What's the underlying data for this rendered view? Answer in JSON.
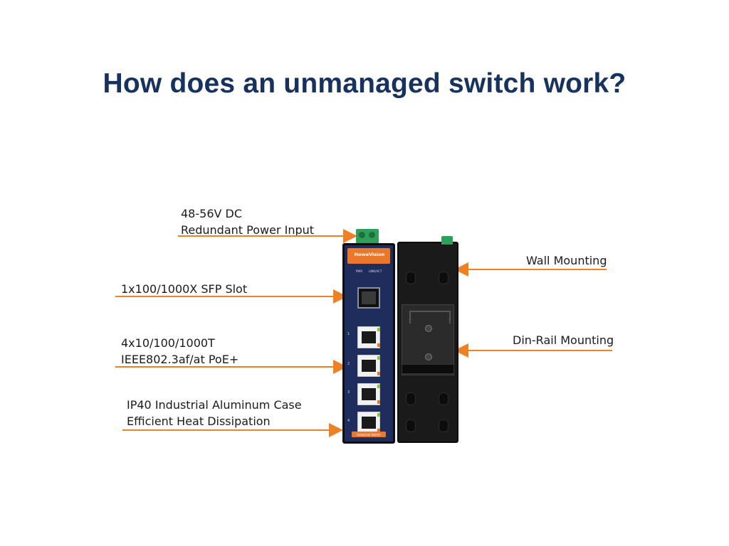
{
  "title": "How does an unmanaged switch work?",
  "colors": {
    "title": "#17325f",
    "arrow": "#ee8123",
    "device_front": "#1f2d5c",
    "accent": "#e9782a"
  },
  "callouts": {
    "power": {
      "line1": "48-56V DC",
      "line2": "Redundant Power Input"
    },
    "sfp": {
      "line1": "1x100/1000X SFP Slot"
    },
    "ports": {
      "line1": "4x10/100/1000T",
      "line2": "IEEE802.3af/at PoE+"
    },
    "case": {
      "line1": "IP40 Industrial Aluminum Case",
      "line2": "Efficient Heat Dissipation"
    },
    "wall": {
      "line1": "Wall Mounting"
    },
    "dinrail": {
      "line1": "Din-Rail Mounting"
    }
  },
  "device": {
    "brand": "HoweVision",
    "led_labels": [
      "PWR",
      "LINK/ACT"
    ],
    "port_numbers": [
      "1",
      "2",
      "3",
      "4"
    ],
    "bottom_label": "Industrial Switch",
    "icons": [
      "power-connector-icon",
      "sfp-slot-icon",
      "rj45-port-icon",
      "din-rail-clip-icon",
      "mounting-hole-icon"
    ]
  }
}
